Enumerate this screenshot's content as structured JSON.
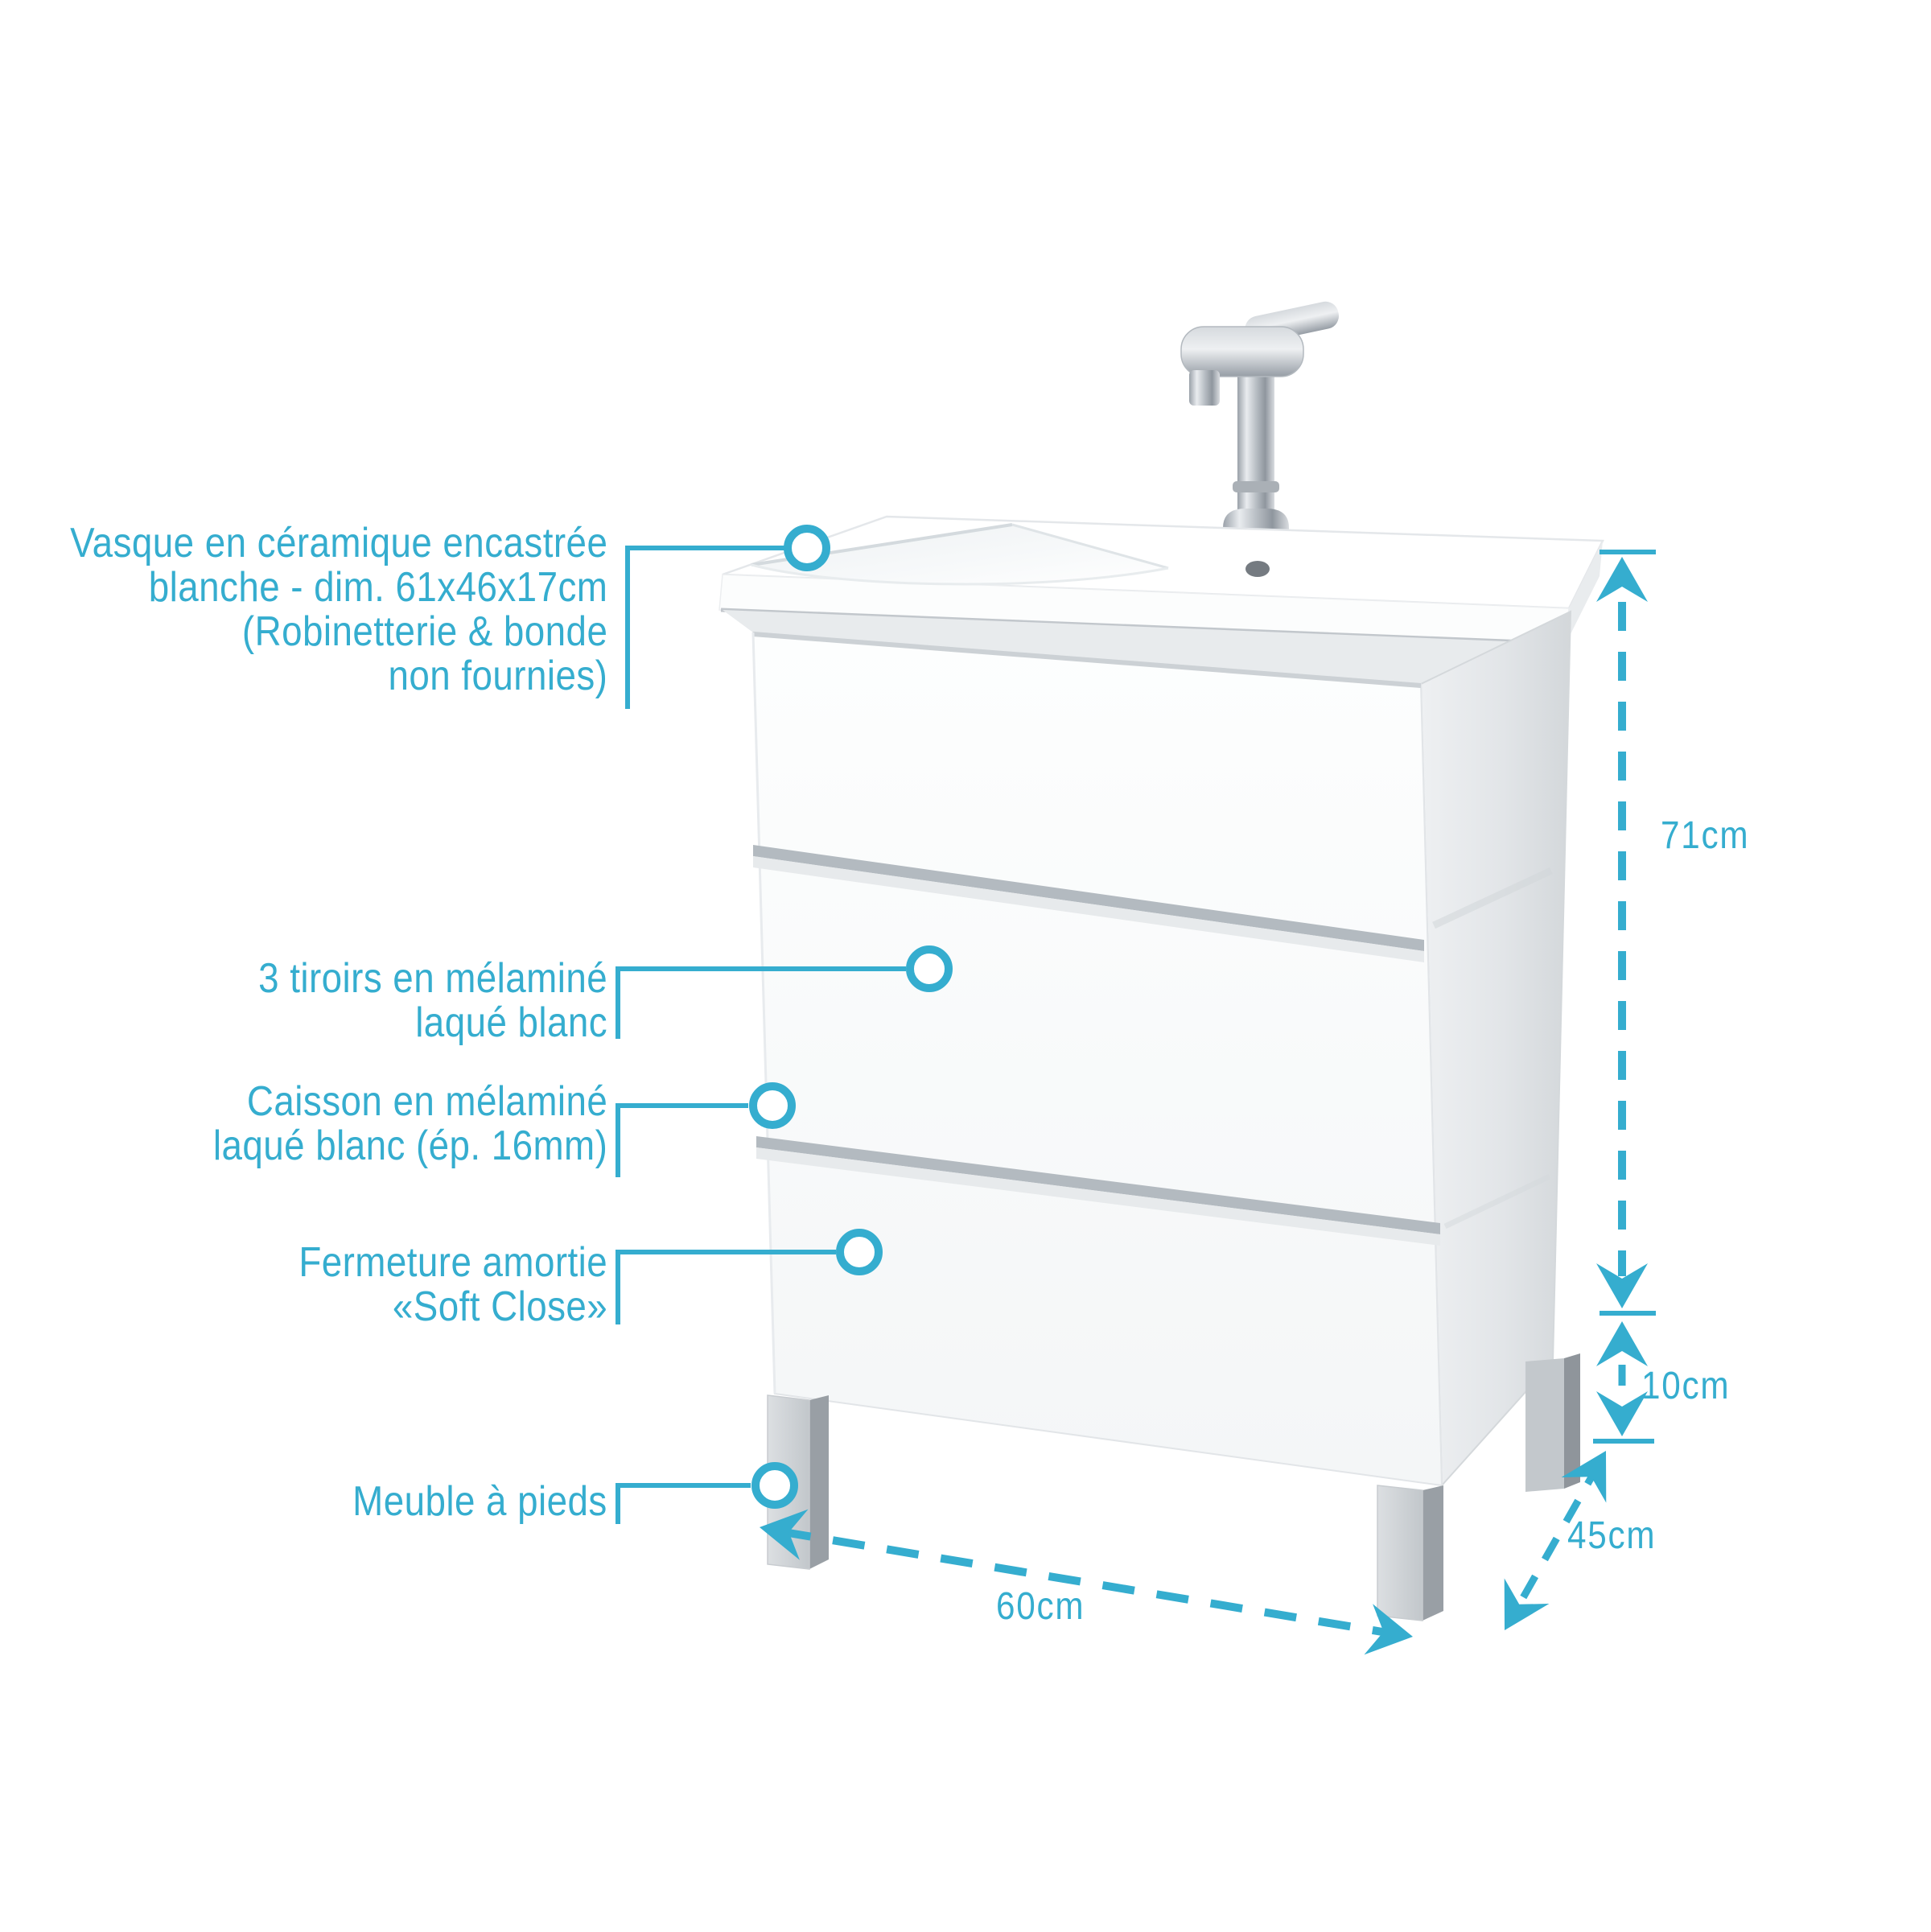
{
  "colors": {
    "accent": "#35adcf"
  },
  "annotations": [
    {
      "id": "vasque",
      "lines": [
        "Vasque en céramique encastrée",
        "blanche - dim. 61x46x17cm",
        "(Robinetterie & bonde",
        "non fournies)"
      ]
    },
    {
      "id": "tiroirs",
      "lines": [
        "3 tiroirs en mélaminé",
        "laqué blanc"
      ]
    },
    {
      "id": "caisson",
      "lines": [
        "Caisson en mélaminé",
        "laqué blanc (ép. 16mm)"
      ]
    },
    {
      "id": "soft-close",
      "lines": [
        "Fermeture amortie",
        "«Soft Close»"
      ]
    },
    {
      "id": "pieds",
      "lines": [
        "Meuble à pieds"
      ]
    }
  ],
  "dimensions": {
    "height": "71cm",
    "feet": "10cm",
    "width": "60cm",
    "depth": "45cm"
  }
}
